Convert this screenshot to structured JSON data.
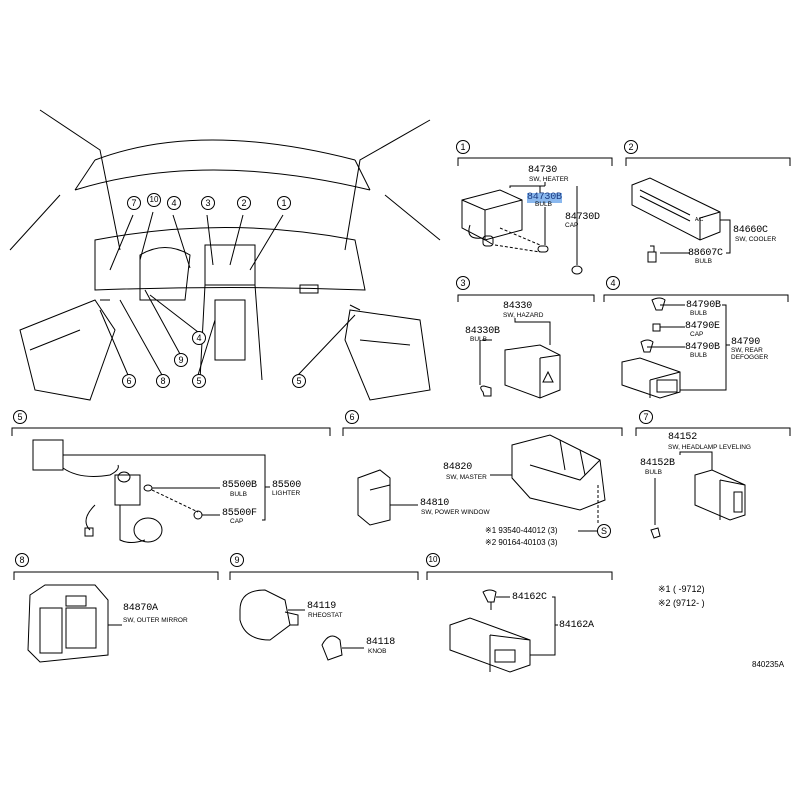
{
  "callouts": {
    "c1": "1",
    "c2": "2",
    "c3": "3",
    "c4": "4",
    "c5": "5",
    "c6": "6",
    "c7": "7",
    "c8": "8",
    "c9": "9",
    "c10": "10",
    "s": "S"
  },
  "sec1": {
    "sw": "84730",
    "sw_name": "SW, HEATER",
    "bulb": "84730B",
    "bulb_name": "BULB",
    "cap": "84730D",
    "cap_name": "CAP"
  },
  "sec2": {
    "sw": "84660C",
    "sw_name": "SW, COOLER",
    "bulb": "88607C",
    "bulb_name": "BULB",
    "ac": "A/C"
  },
  "sec3": {
    "sw": "84330",
    "sw_name": "SW, HAZARD",
    "bulb": "84330B",
    "bulb_name": "BULB"
  },
  "sec4": {
    "bulb1": "84790B",
    "bulb1_name": "BULB",
    "cap": "84790E",
    "cap_name": "CAP",
    "bulb2": "84790B",
    "bulb2_name": "BULB",
    "sw": "84790",
    "sw_name1": "SW, REAR",
    "sw_name2": "DEFOGGER"
  },
  "sec5": {
    "bulb": "85500B",
    "bulb_name": "BULB",
    "lighter": "85500",
    "lighter_name": "LIGHTER",
    "cap": "85500F",
    "cap_name": "CAP"
  },
  "sec6": {
    "master": "84820",
    "master_name": "SW, MASTER",
    "pw": "84810",
    "pw_name": "SW, POWER WINDOW",
    "note1": "※1 93540-44012 (3)",
    "note2": "※2 90164-40103 (3)"
  },
  "sec7": {
    "sw": "84152",
    "sw_name": "SW, HEADLAMP LEVELING",
    "bulb": "84152B",
    "bulb_name": "BULB"
  },
  "sec8": {
    "sw": "84870A",
    "sw_name": "SW, OUTER MIRROR"
  },
  "sec9": {
    "rheo": "84119",
    "rheo_name": "RHEOSTAT",
    "knob": "84118",
    "knob_name": "KNOB"
  },
  "sec10": {
    "bulb": "84162C",
    "sw": "84162A"
  },
  "legend": {
    "l1": "※1 (      -9712)",
    "l2": "※2 (9712-      )"
  },
  "diagram_id": "840235A"
}
